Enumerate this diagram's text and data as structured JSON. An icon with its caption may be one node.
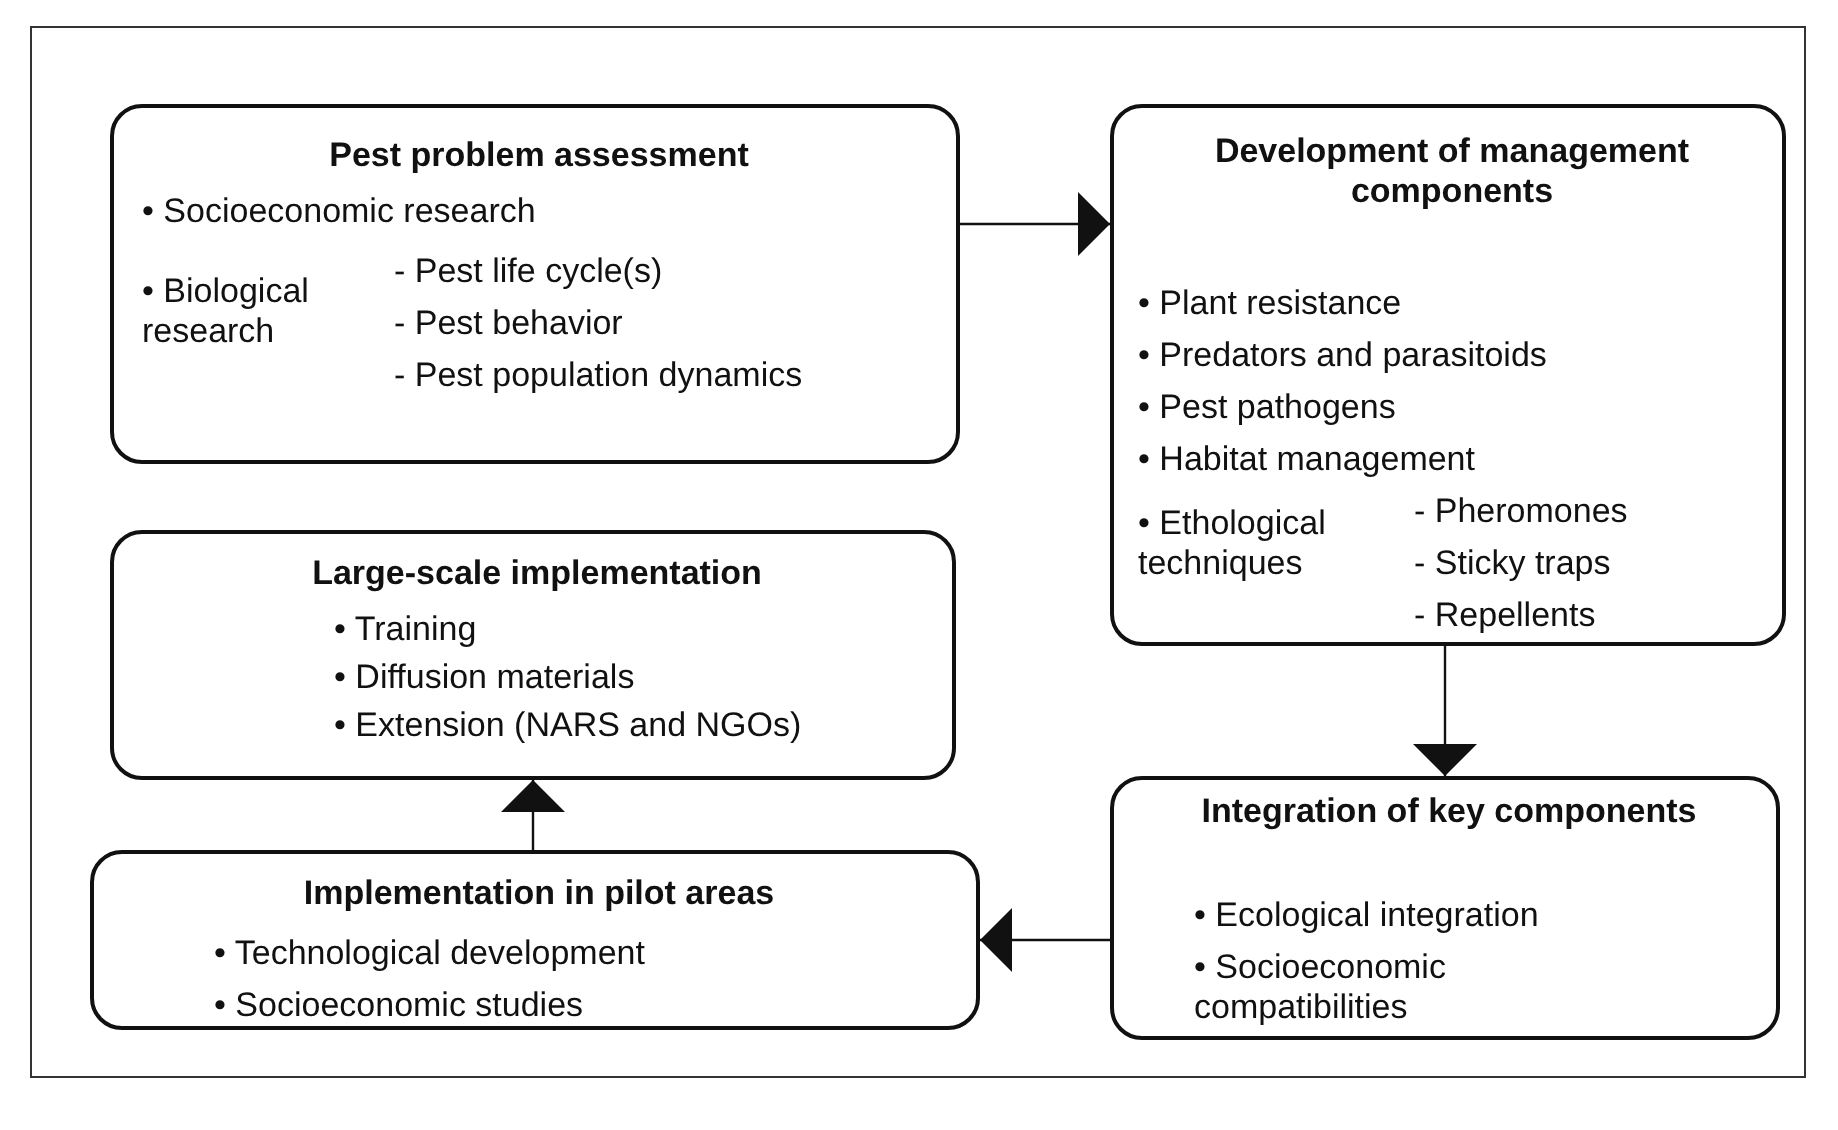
{
  "diagram": {
    "nodes": [
      {
        "text": [
          "Pest problem assessment",
          "• Socioeconomic research",
          "• Biological research",
          "- Pest life cycle(s)",
          "- Pest behavior",
          "- Pest population dynamics"
        ]
      },
      {
        "text": [
          "Development of management components",
          "• Plant resistance",
          "• Predators and parasitoids",
          "• Pest pathogens",
          "• Habitat management",
          "• Ethological techniques",
          "- Pheromones",
          "- Sticky traps",
          "- Repellents"
        ]
      },
      {
        "text": [
          "Integration of key components",
          "• Ecological integration",
          "• Socioeconomic compatibilities"
        ]
      },
      {
        "text": [
          "Implementation in pilot areas",
          "• Technological development",
          "• Socioeconomic studies"
        ]
      },
      {
        "text": [
          "Large-scale implementation",
          "• Training",
          "• Diffusion materials",
          "• Extension (NARS and NGOs)"
        ]
      }
    ],
    "edges": [
      {
        "from": 0,
        "to": 1,
        "arrow": "to"
      },
      {
        "from": 1,
        "to": 2,
        "arrow": "to"
      },
      {
        "from": 2,
        "to": 3,
        "arrow": "to"
      },
      {
        "from": 3,
        "to": 4,
        "arrow": "to"
      }
    ]
  }
}
